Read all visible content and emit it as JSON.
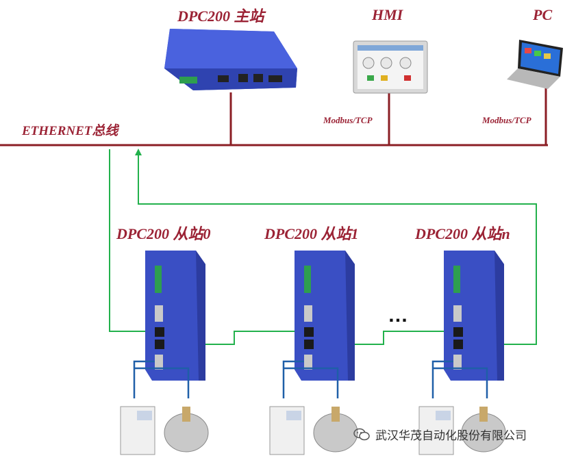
{
  "master": {
    "label": "DPC200 主站"
  },
  "hmi": {
    "label": "HMI",
    "protocol": "Modbus/TCP"
  },
  "pc": {
    "label": "PC",
    "protocol": "Modbus/TCP"
  },
  "bus": {
    "label": "ETHERNET总线"
  },
  "slaves": [
    {
      "label": "DPC200 从站0"
    },
    {
      "label": "DPC200 从站1"
    },
    {
      "label": "DPC200 从站n"
    }
  ],
  "ellipsis": "…",
  "watermark": {
    "text": "武汉华茂自动化股份有限公司",
    "icon": "wechat-icon"
  },
  "colors": {
    "bus": "#8b1e24",
    "link": "#22b14c",
    "field": "#1f5fa8",
    "device": "#3a4fc4",
    "label": "#9b2335"
  }
}
